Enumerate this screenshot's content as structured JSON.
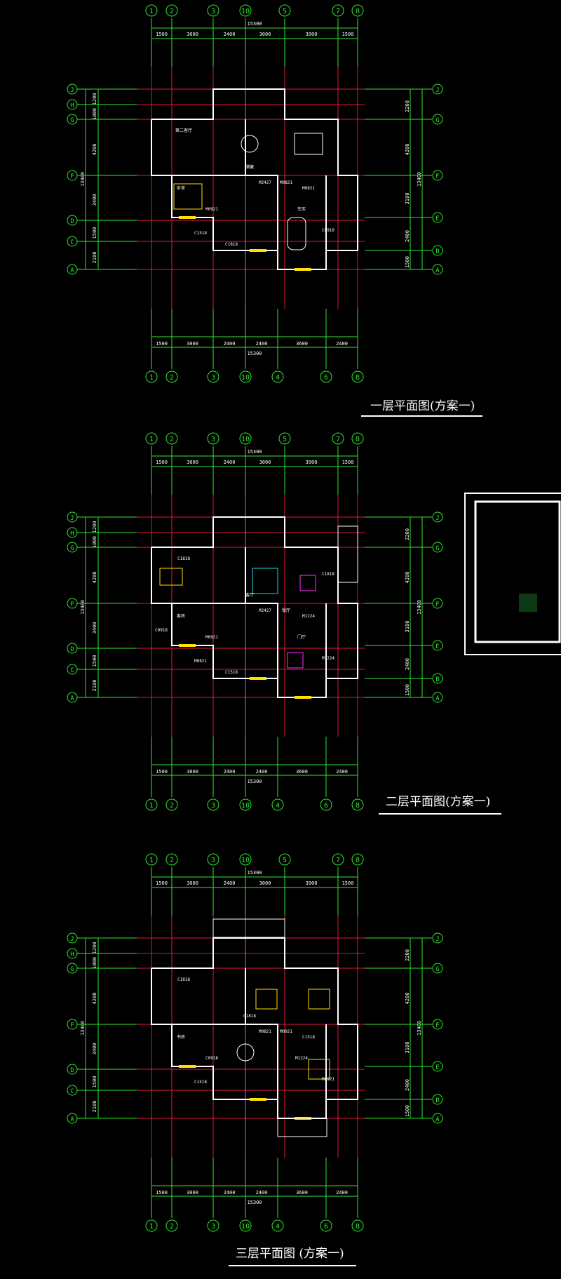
{
  "plans": [
    {
      "title": "一层平面图(方案一)",
      "col_labels": [
        "1",
        "2",
        "3",
        "10",
        "5",
        "7",
        "8"
      ],
      "col_labels_bottom": [
        "1",
        "2",
        "3",
        "10",
        "4",
        "6",
        "8"
      ],
      "row_labels_left": [
        "J",
        "H",
        "G",
        "F",
        "D",
        "C",
        "A"
      ],
      "row_labels_right": [
        "J",
        "G",
        "F",
        "E",
        "B",
        "A"
      ],
      "dims_top": [
        "1500",
        "3000",
        "2400",
        "3000",
        "3900",
        "1500"
      ],
      "dims_bottom": [
        "1500",
        "3000",
        "2400",
        "2400",
        "3600",
        "2400"
      ],
      "total": "15300",
      "dims_left": [
        "1200",
        "1000",
        "4200",
        "3400",
        "1500",
        "2100"
      ],
      "total_left": "13400",
      "dims_right": [
        "2200",
        "4200",
        "3100",
        "2400",
        "1500"
      ],
      "total_right": "13400",
      "labels": [
        "第二客厅",
        "卧室",
        "储藏",
        "M2427",
        "M0821",
        "M0921",
        "C1518",
        "C0918",
        "车库",
        "M0821",
        "C1818"
      ]
    },
    {
      "title": "二层平面图(方案一)",
      "col_labels": [
        "1",
        "2",
        "3",
        "10",
        "5",
        "7",
        "8"
      ],
      "col_labels_bottom": [
        "1",
        "2",
        "3",
        "10",
        "4",
        "6",
        "8"
      ],
      "row_labels_left": [
        "J",
        "H",
        "G",
        "F",
        "D",
        "C",
        "A"
      ],
      "row_labels_right": [
        "J",
        "G",
        "F",
        "E",
        "B",
        "A"
      ],
      "dims_top": [
        "1500",
        "3000",
        "2400",
        "3000",
        "3900",
        "1500"
      ],
      "dims_bottom": [
        "1500",
        "3000",
        "2400",
        "2400",
        "3600",
        "2400"
      ],
      "total": "15300",
      "dims_left": [
        "1200",
        "1000",
        "4200",
        "3400",
        "1500",
        "2100"
      ],
      "total_left": "13400",
      "dims_right": [
        "2200",
        "4200",
        "3100",
        "2400",
        "1500"
      ],
      "total_right": "13400",
      "labels": [
        "C1818",
        "客房",
        "客厅",
        "M2427",
        "餐厅",
        "M0921",
        "M0821",
        "M1224",
        "门厅",
        "M1224",
        "C1518",
        "C1818",
        "C0918"
      ]
    },
    {
      "title": "三层平面图 (方案一)",
      "col_labels": [
        "1",
        "2",
        "3",
        "10",
        "5",
        "7",
        "8"
      ],
      "col_labels_bottom": [
        "1",
        "2",
        "3",
        "10",
        "4",
        "6",
        "8"
      ],
      "row_labels_left": [
        "J",
        "H",
        "G",
        "F",
        "D",
        "C",
        "A"
      ],
      "row_labels_right": [
        "J",
        "G",
        "F",
        "E",
        "B",
        "A"
      ],
      "dims_top": [
        "1500",
        "3000",
        "2400",
        "3000",
        "3900",
        "1500"
      ],
      "dims_bottom": [
        "1500",
        "3000",
        "2400",
        "2400",
        "3600",
        "2400"
      ],
      "total": "15300",
      "dims_left": [
        "1200",
        "1000",
        "4200",
        "3400",
        "1500",
        "2100"
      ],
      "total_left": "13400",
      "dims_right": [
        "2200",
        "4200",
        "3100",
        "2400",
        "1500"
      ],
      "total_right": "13400",
      "labels": [
        "C1818",
        "书房",
        "C1818",
        "M0821",
        "M0921",
        "C0918",
        "C1518",
        "M0921",
        "M1224",
        "C1518"
      ]
    }
  ],
  "colors": {
    "grid_axis": "#e0193a",
    "dim_line": "#2ee82e",
    "wall": "#ffffff",
    "furniture_yellow": "#ffe000",
    "furniture_magenta": "#ff2cff",
    "furniture_cyan": "#21d6e6",
    "axis_center": "#ff40ff"
  }
}
